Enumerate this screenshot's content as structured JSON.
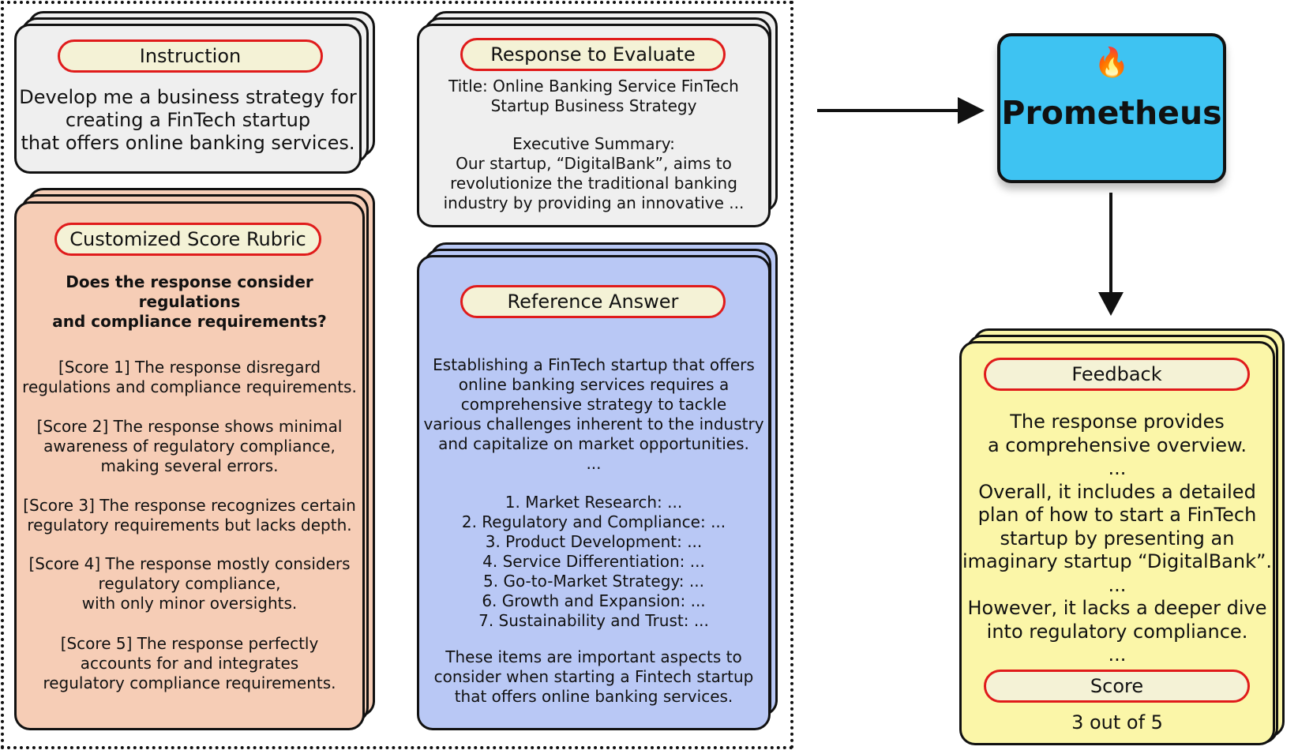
{
  "colors": {
    "instruction_bg": "#efefef",
    "rubric_bg": "#f6cdb6",
    "reference_bg": "#b9c8f5",
    "response_bg": "#efefef",
    "prometheus_bg": "#3ec3f2",
    "feedback_bg": "#fbf6a8",
    "pill_border": "#e01b1b",
    "pill_bg": "#f4f2d6"
  },
  "instruction": {
    "label": "Instruction",
    "text": "Develop me a business strategy for\ncreating a FinTech startup\nthat offers online banking services."
  },
  "rubric": {
    "label": "Customized Score Rubric",
    "question": "Does the response consider regulations\nand compliance requirements?",
    "scores": [
      "[Score 1] The response disregard\nregulations and compliance requirements.",
      "[Score 2] The response shows minimal\nawareness of regulatory compliance,\nmaking several errors.",
      "[Score 3] The response recognizes certain\nregulatory requirements but lacks depth.",
      "[Score 4] The response mostly considers\nregulatory compliance,\nwith only minor oversights.",
      "[Score 5] The response perfectly\naccounts for and integrates\nregulatory compliance requirements."
    ]
  },
  "response": {
    "label": "Response to Evaluate",
    "title": "Title: Online Banking Service FinTech\nStartup Business Strategy",
    "summary": "Executive Summary:\nOur startup, “DigitalBank”, aims to\nrevolutionize the traditional banking\nindustry by providing an innovative ..."
  },
  "reference": {
    "label": "Reference Answer",
    "intro": "Establishing a FinTech startup that offers\nonline banking services requires a\ncomprehensive strategy to tackle\nvarious challenges inherent to the industry\nand capitalize on market opportunities.\n...",
    "items": "1. Market Research: ...\n2. Regulatory and Compliance: ...\n3. Product Development: ...\n4. Service Differentiation: ...\n5. Go-to-Market Strategy: ...\n6. Growth and Expansion: ...\n7. Sustainability and Trust: ...",
    "outro": "These items are important aspects to\nconsider when starting a Fintech startup\nthat offers online banking services."
  },
  "prometheus": {
    "icon": "fire-icon",
    "glyph": "🔥",
    "label": "Prometheus"
  },
  "feedback": {
    "label": "Feedback",
    "text": "The response provides\na comprehensive overview.\n...\nOverall, it includes a detailed\nplan of how to start a FinTech\nstartup by presenting an\nimaginary startup “DigitalBank”.\n...\nHowever, it lacks a deeper dive\ninto regulatory compliance.\n..."
  },
  "score": {
    "label": "Score",
    "value": "3 out of 5"
  }
}
